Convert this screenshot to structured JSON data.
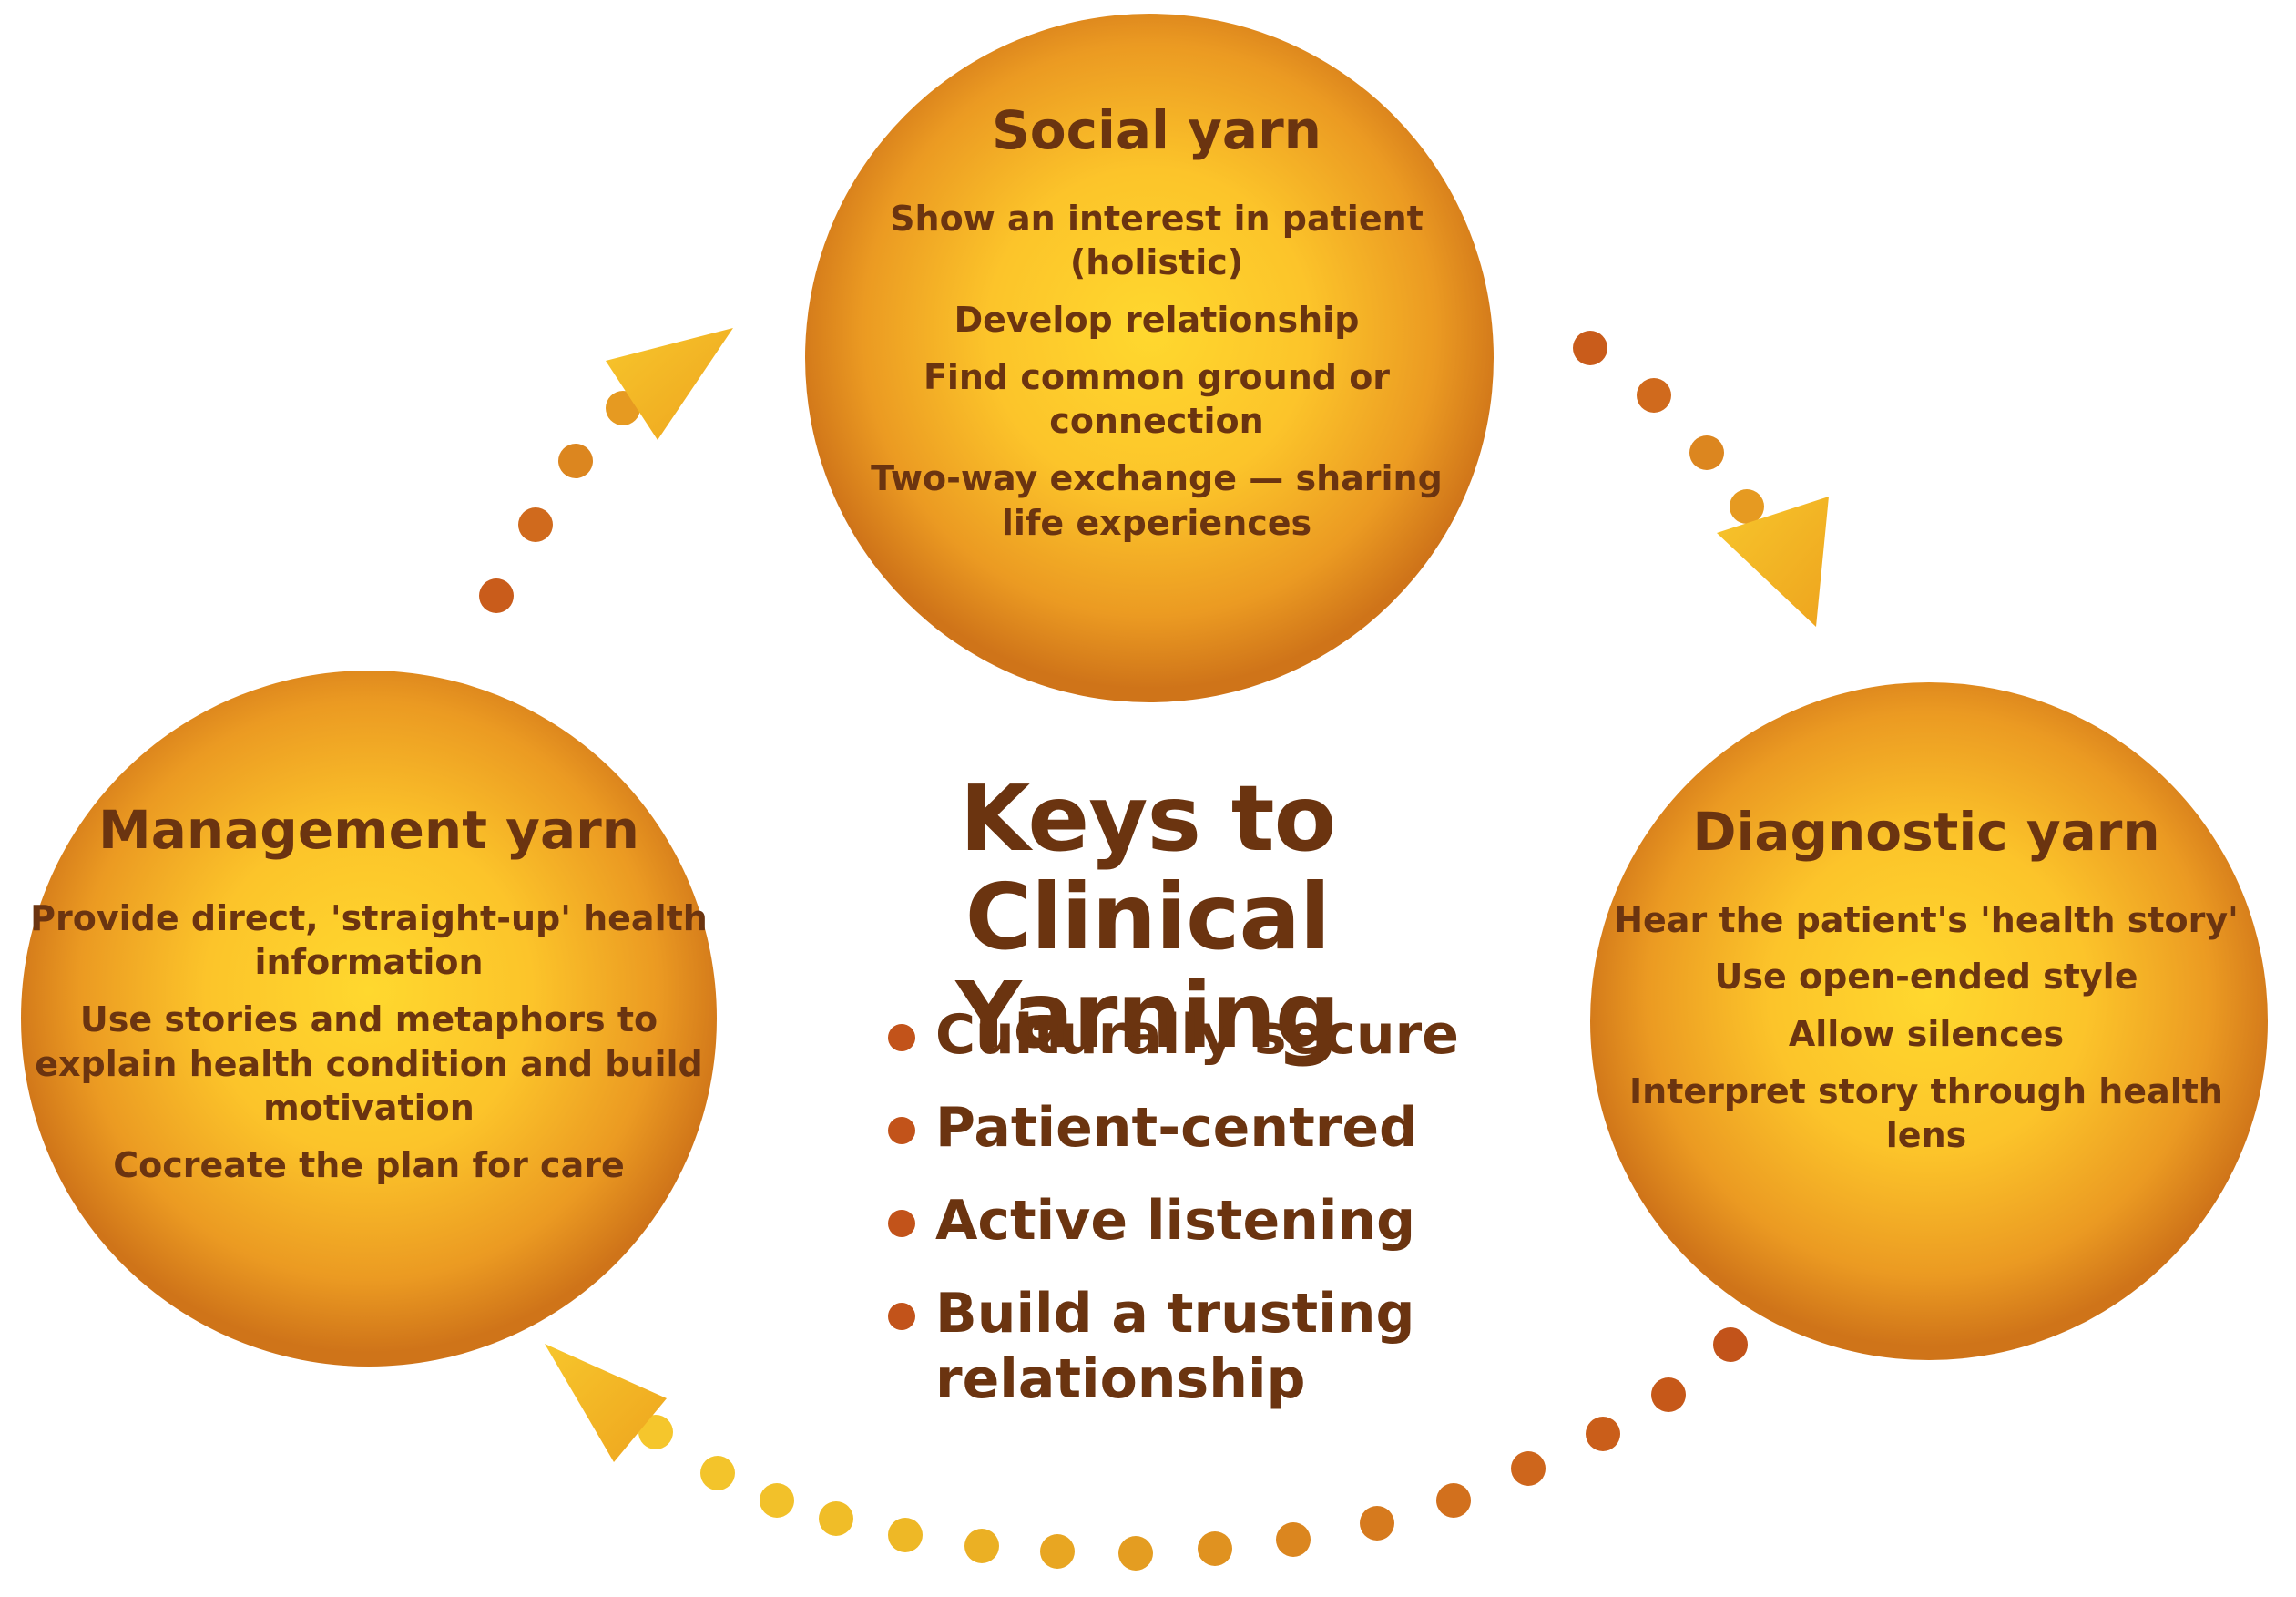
{
  "center": {
    "title_line1": "Keys to",
    "title_line2": "Clinical Yarning",
    "keys": [
      "Culturally secure",
      "Patient-centred",
      "Active listening",
      "Build a trusting relationship"
    ]
  },
  "social": {
    "title": "Social yarn",
    "items": [
      "Show an interest in patient (holistic)",
      "Develop relationship",
      "Find common ground or connection",
      "Two-way exchange — sharing life experiences"
    ]
  },
  "diagnostic": {
    "title": "Diagnostic yarn",
    "items": [
      "Hear the patient's 'health story'",
      "Use open-ended style",
      "Allow silences",
      "Interpret story through health lens"
    ]
  },
  "management": {
    "title": "Management yarn",
    "items": [
      "Provide direct, 'straight-up' health information",
      "Use stories and metaphors to explain health condition and build motivation",
      "Cocreate the plan for care"
    ]
  },
  "colors": {
    "text": "#6b3410",
    "circle_center": "#ffd22e",
    "circle_edge": "#c9701a",
    "dot_dark": "#c2531a",
    "dot_light": "#f5c233",
    "arrow": "#f2b21f"
  },
  "icons": {
    "cycle_arrows": "dotted-curved-arrow-icon",
    "bullet": "dot-bullet-icon"
  }
}
